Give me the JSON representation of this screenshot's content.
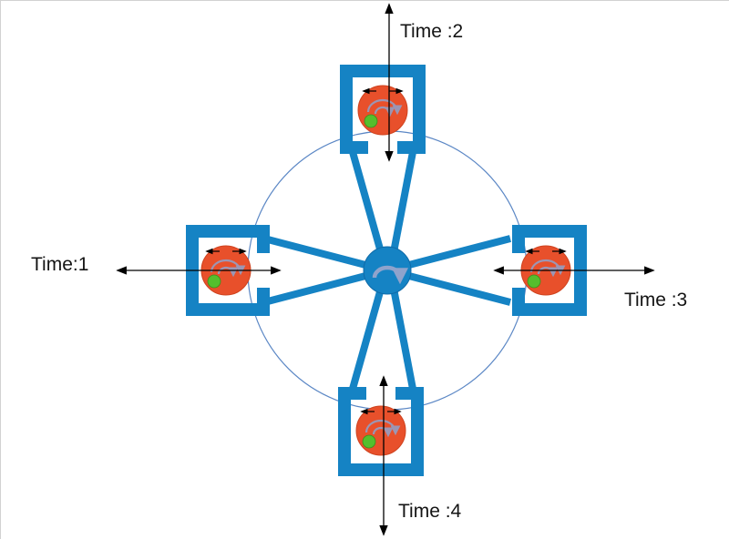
{
  "page": {
    "background_color": "#ffffff",
    "frame_border_color": "#d2d2d2"
  },
  "diagram": {
    "labels": {
      "left": "Time:1",
      "top": "Time :2",
      "right": "Time :3",
      "bottom": "Time :4"
    },
    "colors": {
      "rotor_blue": "#1583c4",
      "orbit_outline": "#5b87c5",
      "sample_orange": "#e8502b",
      "pellet_green": "#55be2d",
      "rotation_arrow": "#8fa3cc",
      "axis_black": "#000000"
    },
    "icons": {
      "hub": "rotation-arrow-icon",
      "bucket_swirl": "swirl-arcs-icon"
    }
  }
}
